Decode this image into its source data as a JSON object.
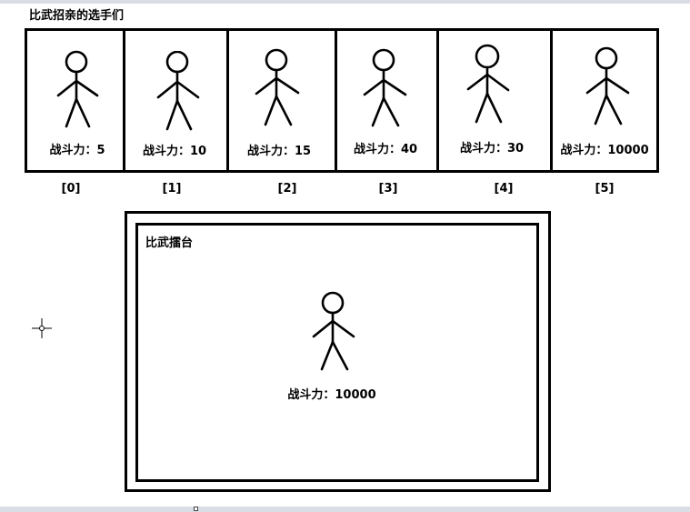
{
  "heading": "比武招亲的选手们",
  "contestants": [
    {
      "power_label": "战斗力：5",
      "index_label": "[0]"
    },
    {
      "power_label": "战斗力：10",
      "index_label": "[1]"
    },
    {
      "power_label": "战斗力：15",
      "index_label": "[2]"
    },
    {
      "power_label": "战斗力：40",
      "index_label": "[3]"
    },
    {
      "power_label": "战斗力：30",
      "index_label": "[4]"
    },
    {
      "power_label": "战斗力：10000",
      "index_label": "[5]"
    }
  ],
  "arena": {
    "title": "比武擂台",
    "power_label": "战斗力：10000"
  },
  "icons": {
    "figure": "stick-figure-icon",
    "cursor": "crosshair-cursor-icon"
  }
}
